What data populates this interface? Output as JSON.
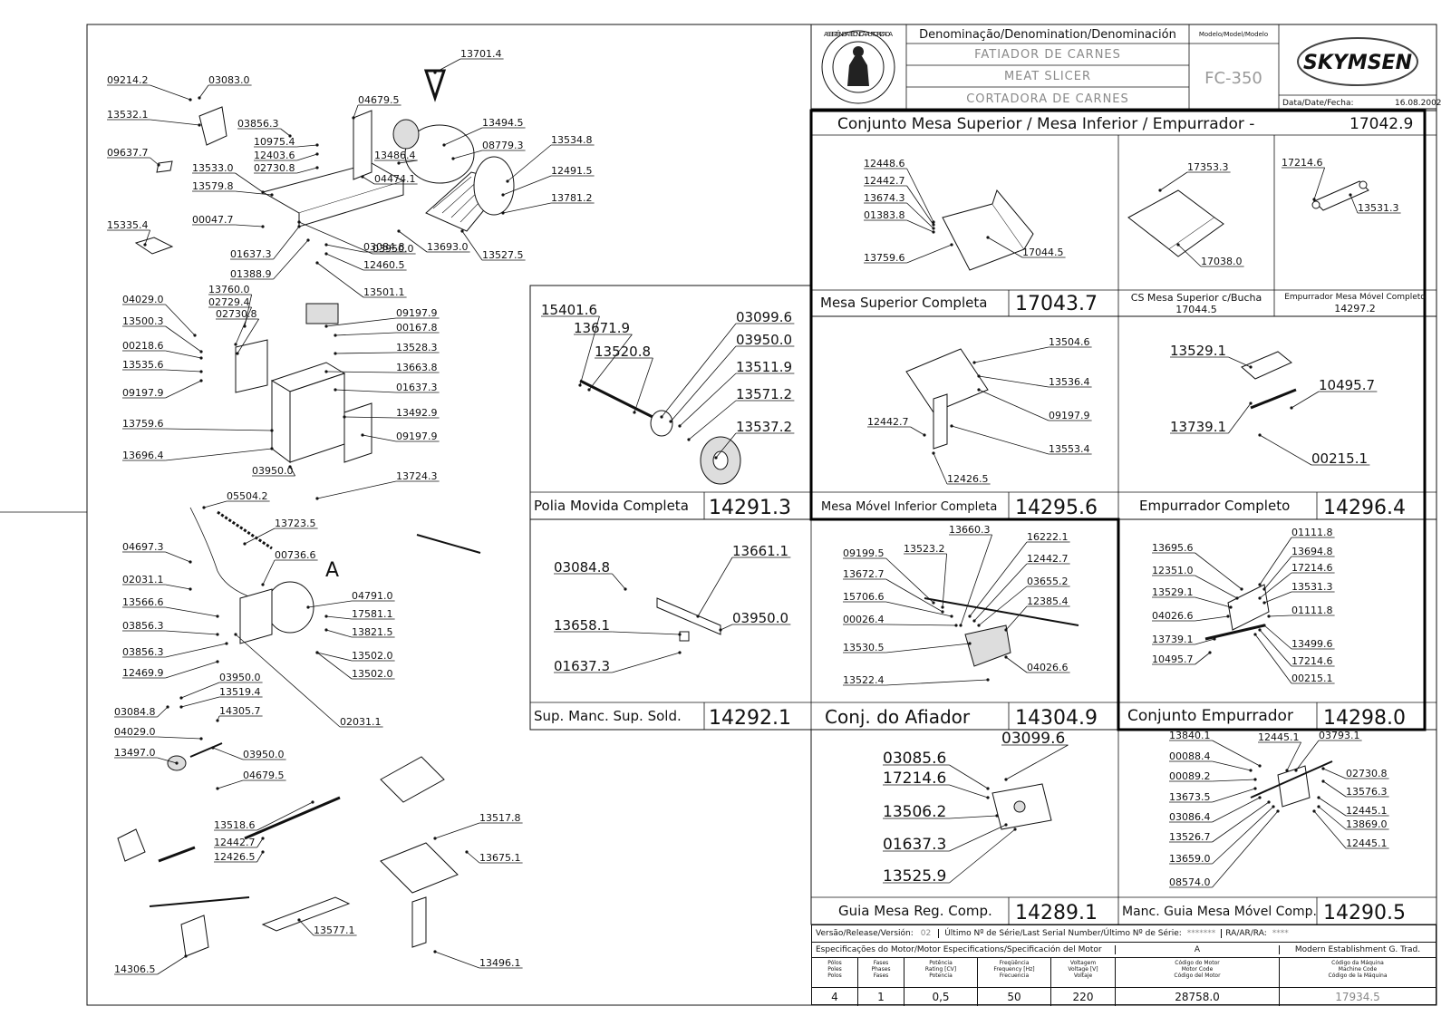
{
  "title_block": {
    "denomination_label": "Denominação/Denomination/Denominación",
    "model_label": "Modelo/Model/Modelo",
    "name_pt": "FATIADOR DE CARNES",
    "name_en": "MEAT SLICER",
    "name_es": "CORTADORA DE CARNES",
    "model": "FC-350",
    "brand": "SKYMSEN",
    "date_label": "Data/Date/Fecha:",
    "date": "16.08.2002",
    "seal_text": "ASSISTÊNCIA TÉCNICA AUTORIZADA"
  },
  "main_assembly": {
    "title": "Conjunto Mesa Superior / Mesa Inferior / Empurrador -",
    "code": "17042.9"
  },
  "subassemblies": [
    {
      "id": "mesa-superior",
      "name": "Mesa Superior Completa",
      "code": "17043.7",
      "parts": [
        "12448.6",
        "12442.7",
        "13674.3",
        "01383.8",
        "13759.6",
        "17044.5"
      ]
    },
    {
      "id": "cs-mesa",
      "name": "CS Mesa Superior c/Bucha",
      "code": "17044.5",
      "parts": [
        "17353.3",
        "17038.0"
      ]
    },
    {
      "id": "empurrador-mesa",
      "name": "Empurrador Mesa Móvel Completo",
      "code": "14297.2",
      "parts": [
        "17214.6",
        "13531.3"
      ]
    },
    {
      "id": "polia",
      "name": "Polia Movida Completa",
      "code": "14291.3",
      "parts": [
        "15401.6",
        "13671.9",
        "13520.8",
        "03099.6",
        "03950.0",
        "13511.9",
        "13571.2",
        "13537.2"
      ]
    },
    {
      "id": "mesa-movel",
      "name": "Mesa Móvel Inferior Completa",
      "code": "14295.6",
      "parts": [
        "13504.6",
        "13536.4",
        "09197.9",
        "12442.7",
        "13553.4",
        "12426.5"
      ]
    },
    {
      "id": "empurrador-completo",
      "name": "Empurrador Completo",
      "code": "14296.4",
      "parts": [
        "13529.1",
        "10495.7",
        "13739.1",
        "00215.1"
      ]
    },
    {
      "id": "sup-manc",
      "name": "Sup. Manc. Sup. Sold.",
      "code": "14292.1",
      "parts": [
        "03084.8",
        "13661.1",
        "13658.1",
        "03950.0",
        "01637.3"
      ]
    },
    {
      "id": "afiador",
      "name": "Conj. do Afiador",
      "code": "14304.9",
      "parts": [
        "13660.3",
        "09199.5",
        "13523.2",
        "16222.1",
        "13672.7",
        "12442.7",
        "15706.6",
        "03655.2",
        "00026.4",
        "12385.4",
        "13530.5",
        "04026.6",
        "13522.4"
      ]
    },
    {
      "id": "conj-empurrador",
      "name": "Conjunto Empurrador",
      "code": "14298.0",
      "parts": [
        "13695.6",
        "01111.8",
        "13694.8",
        "12351.0",
        "17214.6",
        "13529.1",
        "13531.3",
        "04026.6",
        "01111.8",
        "13499.6",
        "13739.1",
        "17214.6",
        "10495.7",
        "00215.1"
      ]
    },
    {
      "id": "guia-mesa",
      "name": "Guia Mesa Reg. Comp.",
      "code": "14289.1",
      "parts": [
        "03099.6",
        "03085.6",
        "17214.6",
        "13506.2",
        "01637.3",
        "13525.9"
      ]
    },
    {
      "id": "manc-guia",
      "name": "Manc. Guia Mesa Móvel Comp.",
      "code": "14290.5",
      "parts": [
        "13840.1",
        "12445.1",
        "03793.1",
        "00088.4",
        "02730.8",
        "00089.2",
        "13576.3",
        "13673.5",
        "12445.1",
        "03086.4",
        "13869.0",
        "13526.7",
        "12445.1",
        "13659.0",
        "08574.0"
      ]
    }
  ],
  "exploded_parts": [
    "13701.4",
    "09214.2",
    "03083.0",
    "13532.1",
    "04679.5",
    "13494.5",
    "03856.3",
    "10975.4",
    "08779.3",
    "13534.8",
    "09637.7",
    "12403.6",
    "13486.4",
    "02730.8",
    "13533.0",
    "04474.1",
    "12491.5",
    "13579.8",
    "13781.2",
    "00047.7",
    "15335.4",
    "01637.3",
    "03950.0",
    "13693.0",
    "13527.5",
    "03084.8",
    "01388.9",
    "12460.5",
    "13501.1",
    "13760.0",
    "04029.0",
    "02729.4",
    "09197.9",
    "02730.8",
    "00167.8",
    "13500.3",
    "13528.3",
    "00218.6",
    "13663.8",
    "13535.6",
    "01637.3",
    "09197.9",
    "13492.9",
    "13759.6",
    "09197.9",
    "13696.4",
    "03950.0",
    "13724.3",
    "05504.2",
    "13723.5",
    "04697.3",
    "00736.6",
    "02031.1",
    "A",
    "13566.6",
    "04791.0",
    "03856.3",
    "17581.1",
    "03856.3",
    "13821.5",
    "13502.0",
    "12469.9",
    "13502.0",
    "03950.0",
    "13519.4",
    "02031.1",
    "03084.8",
    "14305.7",
    "04029.0",
    "03950.0",
    "13497.0",
    "04679.5",
    "13518.6",
    "13517.8",
    "12442.7",
    "13675.1",
    "12426.5",
    "13577.1",
    "14306.5",
    "13496.1"
  ],
  "footer": {
    "version_label": "Versão/Release/Versión:",
    "version": "02",
    "serial_label": "Último Nº de Série/Last Serial Number/Último Nº de Série:",
    "serial": "*******",
    "ra_label": "RA/AR/RA:",
    "ra": "****",
    "motor_spec_label": "Especificações do Motor/Motor Especifications/Specificación del Motor",
    "motor_letter": "A",
    "company": "Modern Establishment G. Trad.",
    "cols": [
      {
        "h": [
          "Pólos",
          "Poles",
          "Polos"
        ],
        "v": "4"
      },
      {
        "h": [
          "Fases",
          "Phases",
          "Fases"
        ],
        "v": "1"
      },
      {
        "h": [
          "Potência",
          "Rating [CV]",
          "Potencia"
        ],
        "v": "0,5"
      },
      {
        "h": [
          "Freqüência",
          "Frequency [Hz]",
          "Frecuencia"
        ],
        "v": "50"
      },
      {
        "h": [
          "Voltagem",
          "Voltage [V]",
          "Voltaje"
        ],
        "v": "220"
      },
      {
        "h": [
          "Código do Motor",
          "Motor Code",
          "Código del Motor"
        ],
        "v": "28758.0"
      },
      {
        "h": [
          "Código da Máquina",
          "Machine Code",
          "Código de la Máquina"
        ],
        "v": "17934.5"
      }
    ]
  }
}
